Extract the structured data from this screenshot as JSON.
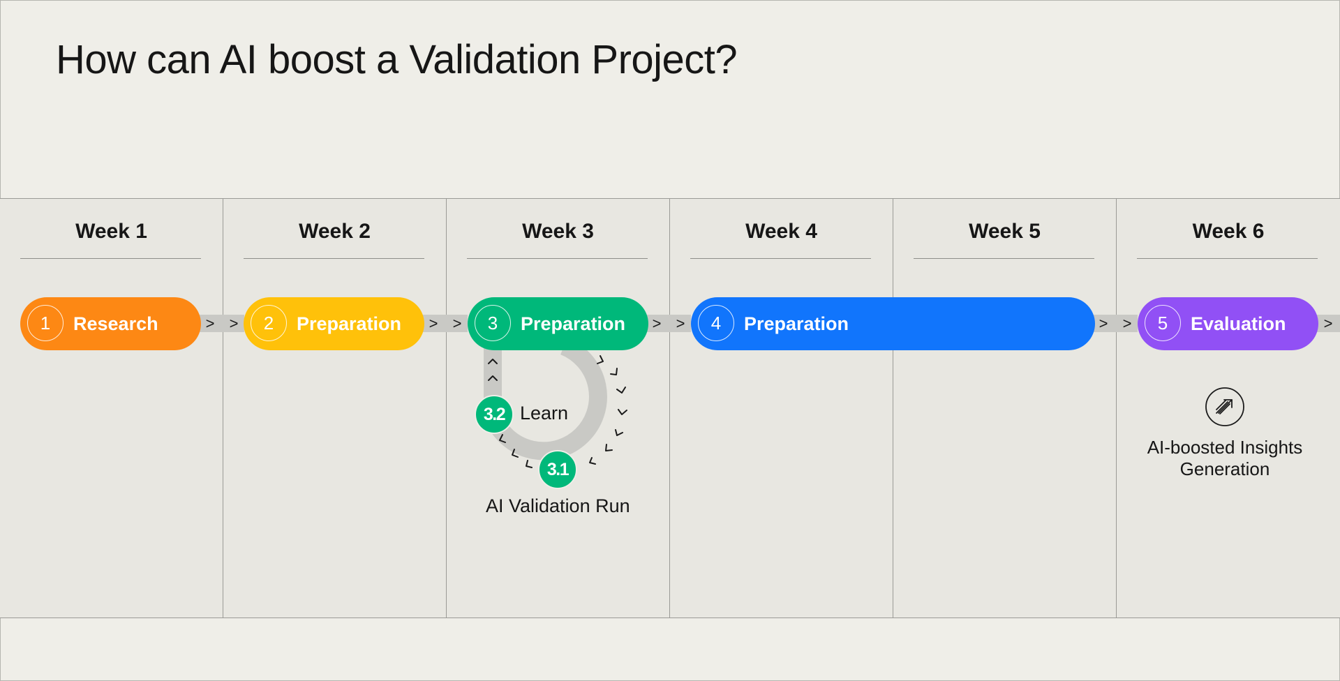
{
  "title": "How can AI boost a Validation Project?",
  "weeks": [
    "Week 1",
    "Week 2",
    "Week 3",
    "Week 4",
    "Week 5",
    "Week 6"
  ],
  "phases": [
    {
      "number": "1",
      "label": "Research",
      "color": "#fd8814"
    },
    {
      "number": "2",
      "label": "Preparation",
      "color": "#ffc10a"
    },
    {
      "number": "3",
      "label": "Preparation",
      "color": "#00b87a"
    },
    {
      "number": "4",
      "label": "Preparation",
      "color": "#1175fc"
    },
    {
      "number": "5",
      "label": "Evaluation",
      "color": "#9150f5"
    }
  ],
  "loop": {
    "step_3_1": {
      "number": "3.1",
      "label": "AI Validation Run"
    },
    "step_3_2": {
      "number": "3.2",
      "label": "Learn"
    },
    "color": "#00b87a"
  },
  "insight": {
    "label": "AI-boosted Insights Generation",
    "icon": "sparkle-arrow-icon"
  },
  "colors": {
    "background": "#efeee8",
    "panel": "#e8e7e1",
    "connector": "#c9c9c5"
  }
}
